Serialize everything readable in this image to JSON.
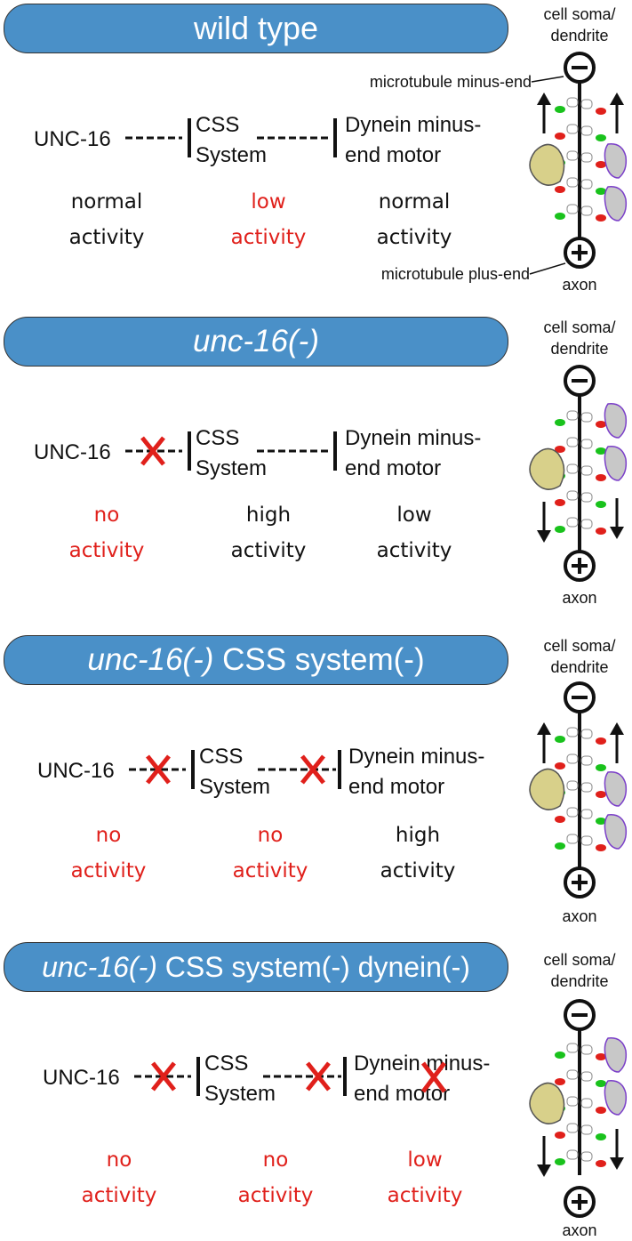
{
  "labels": {
    "soma_line1": "cell soma/",
    "soma_line2": "dendrite",
    "axon": "axon",
    "minus_end": "microtubule minus-end",
    "plus_end": "microtubule plus-end",
    "unc16": "UNC-16",
    "css1": "CSS",
    "css2": "System",
    "dyn1": "Dynein minus-",
    "dyn2": "end motor"
  },
  "panels": [
    {
      "title_prefix": "",
      "title_rest": "wild type",
      "activities": [
        {
          "l1": "normal",
          "l2": "activity",
          "color": "#111111"
        },
        {
          "l1": "low",
          "l2": "activity",
          "color": "#e0201b"
        },
        {
          "l1": "normal",
          "l2": "activity",
          "color": "#111111"
        }
      ]
    },
    {
      "title_prefix": "unc-16(-)",
      "title_rest": "",
      "activities": [
        {
          "l1": "no",
          "l2": "activity",
          "color": "#e0201b"
        },
        {
          "l1": "high",
          "l2": "activity",
          "color": "#111111"
        },
        {
          "l1": "low",
          "l2": "activity",
          "color": "#111111"
        }
      ]
    },
    {
      "title_prefix": "unc-16(-)",
      "title_rest": " CSS system(-)",
      "activities": [
        {
          "l1": "no",
          "l2": "activity",
          "color": "#e0201b"
        },
        {
          "l1": "no",
          "l2": "activity",
          "color": "#e0201b"
        },
        {
          "l1": "high",
          "l2": "activity",
          "color": "#111111"
        }
      ]
    },
    {
      "title_prefix": "unc-16(-)",
      "title_rest": " CSS system(-) dynein(-)",
      "activities": [
        {
          "l1": "no",
          "l2": "activity",
          "color": "#e0201b"
        },
        {
          "l1": "no",
          "l2": "activity",
          "color": "#e0201b"
        },
        {
          "l1": "low",
          "l2": "activity",
          "color": "#e0201b"
        }
      ]
    }
  ],
  "colors": {
    "banner": "#4a90c8",
    "red": "#e0201b",
    "green": "#19c21c",
    "yellow_cargo": "#d8d08a",
    "gray_cargo": "#c8c8c8",
    "purple_outline": "#7b3fc9"
  }
}
